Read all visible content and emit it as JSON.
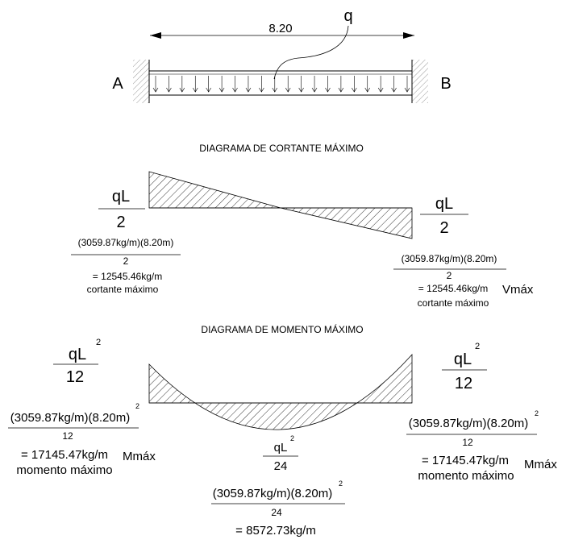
{
  "beam": {
    "span_label": "8.20",
    "load_label": "q",
    "support_left": "A",
    "support_right": "B"
  },
  "shear": {
    "title": "DIAGRAMA DE CORTANTE MÁXIMO",
    "left": {
      "num": "qL",
      "den": "2",
      "calc_num": "(3059.87kg/m)(8.20m)",
      "calc_den": "2",
      "result": "= 12545.46kg/m",
      "desc": "cortante máximo"
    },
    "right": {
      "num": "qL",
      "den": "2",
      "calc_num": "(3059.87kg/m)(8.20m)",
      "calc_den": "2",
      "result": "= 12545.46kg/m",
      "desc": "cortante máximo",
      "tag": "Vmáx"
    }
  },
  "moment": {
    "title": "DIAGRAMA DE MOMENTO MÁXIMO",
    "left": {
      "num": "qL",
      "exp": "2",
      "den": "12",
      "calc_num": "(3059.87kg/m)(8.20m)",
      "calc_exp": "2",
      "calc_den": "12",
      "result": "= 17145.47kg/m",
      "desc": "momento máximo",
      "tag": "Mmáx"
    },
    "right": {
      "num": "qL",
      "exp": "2",
      "den": "12",
      "calc_num": "(3059.87kg/m)(8.20m)",
      "calc_exp": "2",
      "calc_den": "12",
      "result": "= 17145.47kg/m",
      "desc": "momento máximo",
      "tag": "Mmáx"
    },
    "center": {
      "num": "qL",
      "exp": "2",
      "den": "24",
      "calc_num": "(3059.87kg/m)(8.20m)",
      "calc_exp": "2",
      "calc_den": "24",
      "result": "= 8572.73kg/m"
    }
  }
}
